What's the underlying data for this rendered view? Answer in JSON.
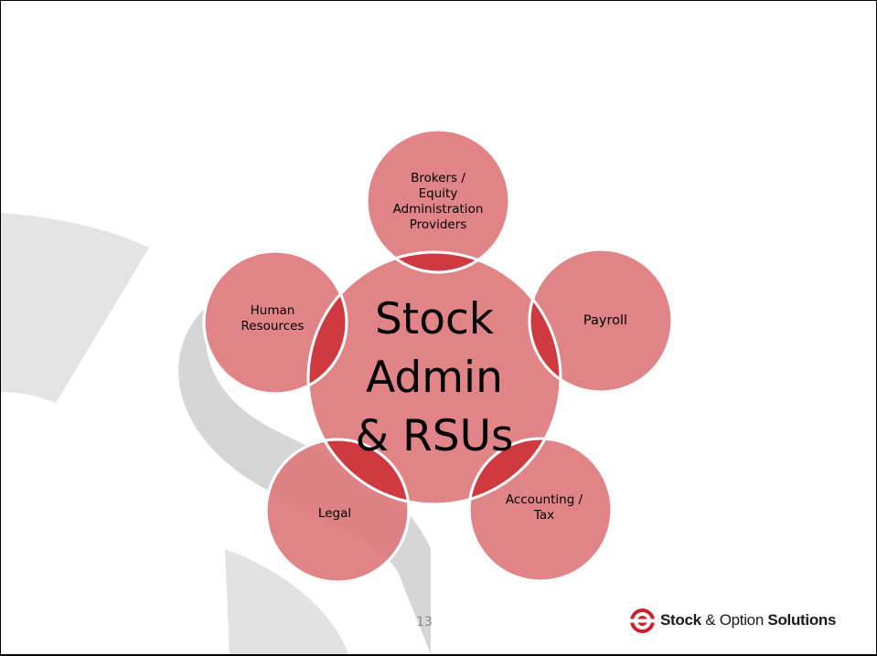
{
  "diagram": {
    "center": {
      "lines": [
        "Stock",
        "Admin",
        "& RSUs"
      ]
    },
    "nodes": [
      {
        "lines": [
          "Brokers /",
          "Equity",
          "Administration",
          "Providers"
        ]
      },
      {
        "lines": [
          "Payroll"
        ]
      },
      {
        "lines": [
          "Accounting /",
          "Tax"
        ]
      },
      {
        "lines": [
          "Legal"
        ]
      },
      {
        "lines": [
          "Human",
          "Resources"
        ]
      }
    ]
  },
  "footer": {
    "page_number": "13",
    "logo": {
      "word1": "Stock",
      "word2": "& Option",
      "word3": "Solutions"
    }
  },
  "colors": {
    "circle_fill": "#de7a7e",
    "overlap": "#cf3a40",
    "circle_border": "#ffffff",
    "background_swoosh": "#d9d9d9"
  }
}
